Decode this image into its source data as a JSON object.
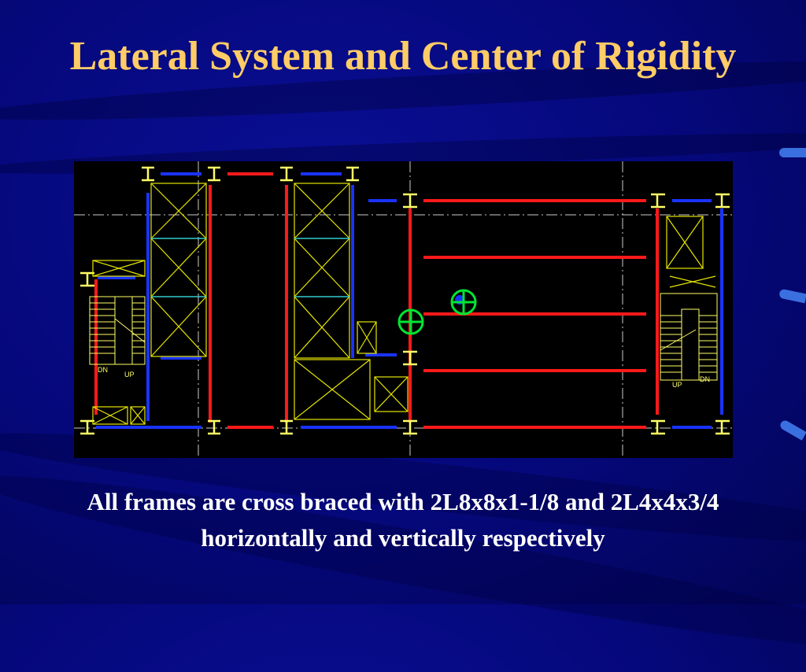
{
  "slide": {
    "title": "Lateral System and Center of Rigidity",
    "caption": "All frames are cross braced with 2L8x8x1-1/8 and 2L4x4x3/4 horizontally and vertically respectively"
  },
  "plan": {
    "stair_labels": [
      "DN",
      "UP",
      "UP",
      "DN"
    ]
  },
  "colors": {
    "background": "#05087a",
    "title": "#ffcc66",
    "caption": "#ffffff",
    "drawing_bg": "#000000",
    "beam_red": "#ff1a1a",
    "beam_blue": "#1a33ff",
    "column_yellow": "#ffff66",
    "brace_yellow": "#e6e600",
    "cyan_line": "#33cccc",
    "center_symbol_green": "#00e632"
  }
}
